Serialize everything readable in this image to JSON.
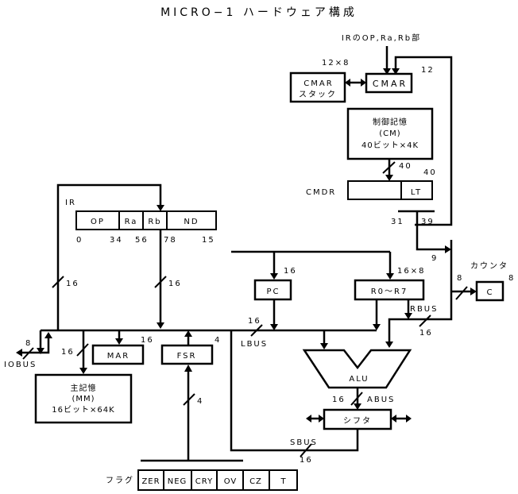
{
  "title": "MICRO−1 ハードウェア構成",
  "ir_source_label": "IRのOP,Ra,Rb部",
  "cmar_stack": {
    "size": "12×8",
    "line1": "CMAR",
    "line2": "スタック"
  },
  "cmar": {
    "label": "CMAR",
    "width": "12"
  },
  "cm": {
    "line1": "制御記憶",
    "line2": "(CM)",
    "line3": "40ビット×4K",
    "bus_width": "40"
  },
  "cmdr": {
    "label": "CMDR",
    "width": "40",
    "lt_label": "LT",
    "bit_low": "31",
    "bit_high": "39",
    "branch_width": "9"
  },
  "counter": {
    "label": "カウンタ",
    "box_label": "C",
    "in_width": "8",
    "out_width": "8"
  },
  "ir": {
    "label": "IR",
    "fields": [
      "OP",
      "Ra",
      "Rb",
      "ND"
    ],
    "bit_labels": [
      "0",
      "34",
      "56",
      "78",
      "15"
    ],
    "left_bus_width": "16",
    "mid_bus_width": "16"
  },
  "pc": {
    "label": "PC",
    "in_width": "16"
  },
  "registers": {
    "label": "R0～R7",
    "size": "16×8"
  },
  "rbus": {
    "label": "RBUS",
    "width": "16"
  },
  "lbus": {
    "label": "LBUS",
    "width": "16"
  },
  "iobus": {
    "label": "IOBUS",
    "width": "8"
  },
  "mar": {
    "label": "MAR",
    "width": "16"
  },
  "mm": {
    "line1": "主記憶",
    "line2": "(MM)",
    "line3": "16ビット×64K",
    "width": "16"
  },
  "fsr": {
    "label": "FSR",
    "width": "4",
    "in_width": "4"
  },
  "alu": {
    "label": "ALU"
  },
  "abus": {
    "label": "ABUS",
    "width": "16"
  },
  "shifter": {
    "label": "シフタ"
  },
  "sbus": {
    "label": "SBUS",
    "width": "16"
  },
  "flags": {
    "label": "フラグ",
    "items": [
      "ZER",
      "NEG",
      "CRY",
      "OV",
      "CZ",
      "T"
    ]
  }
}
